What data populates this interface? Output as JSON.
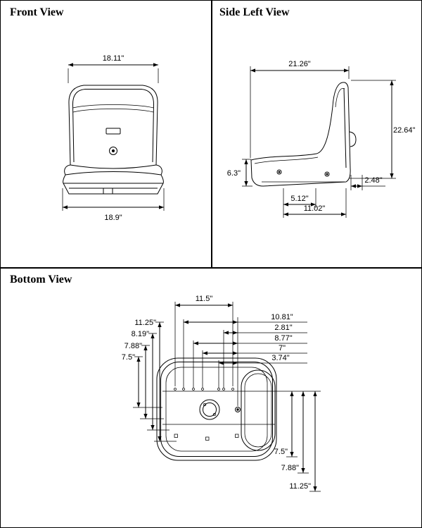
{
  "page": {
    "background": "#ffffff",
    "line_color": "#000000"
  },
  "panels": {
    "front": {
      "title": "Front View",
      "dims": {
        "top_width": "18.11\"",
        "bottom_width": "18.9\""
      }
    },
    "side": {
      "title": "Side Left View",
      "dims": {
        "top_width": "21.26\"",
        "overall_height": "22.64\"",
        "front_height": "6.3\"",
        "hole_spacing": "5.12\"",
        "base_depth": "11.02\"",
        "rear_offset": "2.48\""
      }
    },
    "bottom": {
      "title": "Bottom View",
      "dims": {
        "top_width": "11.5\"",
        "right_1": "10.81\"",
        "right_2": "2.81\"",
        "right_3": "8.77\"",
        "right_4": "7\"",
        "right_5": "3.74\"",
        "left_1": "11.25\"",
        "left_2": "8.19\"",
        "left_3": "7.88\"",
        "left_4": "7.5\"",
        "bottom_right_1": "7.5\"",
        "bottom_right_2": "7.88\"",
        "bottom_right_3": "11.25\""
      }
    }
  }
}
